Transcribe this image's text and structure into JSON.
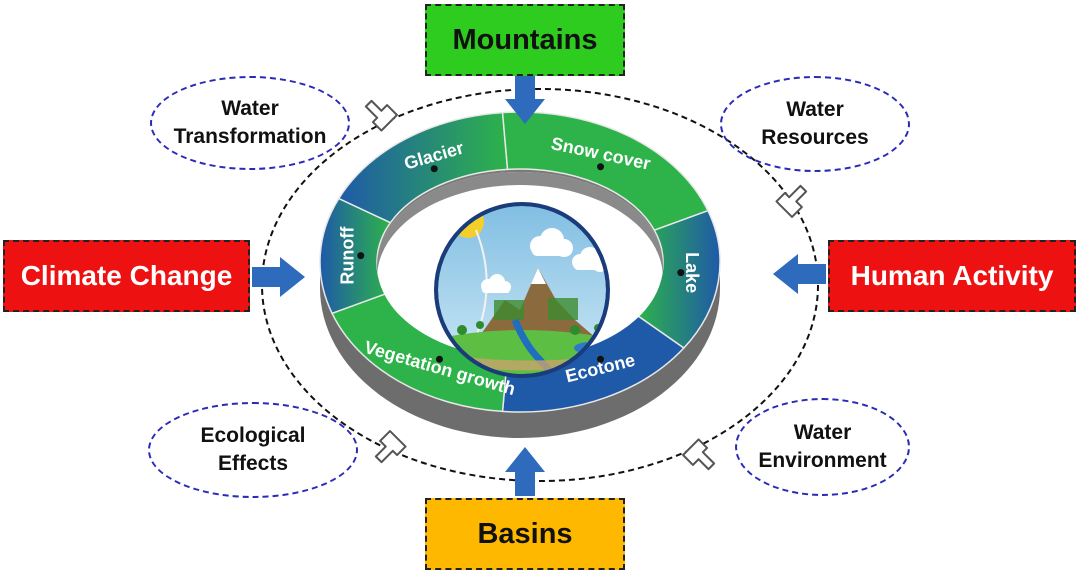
{
  "drivers": {
    "top": {
      "label": "Mountains",
      "color": "#2ecc1f"
    },
    "bottom": {
      "label": "Basins",
      "color": "#ffb800"
    },
    "left": {
      "label": "Climate Change",
      "color": "#ee1111"
    },
    "right": {
      "label": "Human Activity",
      "color": "#ee1111"
    }
  },
  "effects": {
    "top_left": {
      "line1": "Water",
      "line2": "Transformation"
    },
    "top_right": {
      "line1": "Water",
      "line2": "Resources"
    },
    "bottom_left": {
      "line1": "Ecological",
      "line2": "Effects"
    },
    "bottom_right": {
      "line1": "Water",
      "line2": "Environment"
    }
  },
  "ring_segments": [
    "Glacier",
    "Snow cover",
    "Lake",
    "Ecotone",
    "Vegetation growth",
    "Runoff"
  ],
  "colors": {
    "ring_blue": "#1f5aa8",
    "ring_green": "#2db34a",
    "ring_side": "#6d6d6d",
    "arrow": "#2e6bbd",
    "ellipse_border": "#2a2ab8",
    "sky": "#9fd0ea",
    "sun": "#f4cf2a"
  },
  "center_illustration": "water-cycle-illustration"
}
